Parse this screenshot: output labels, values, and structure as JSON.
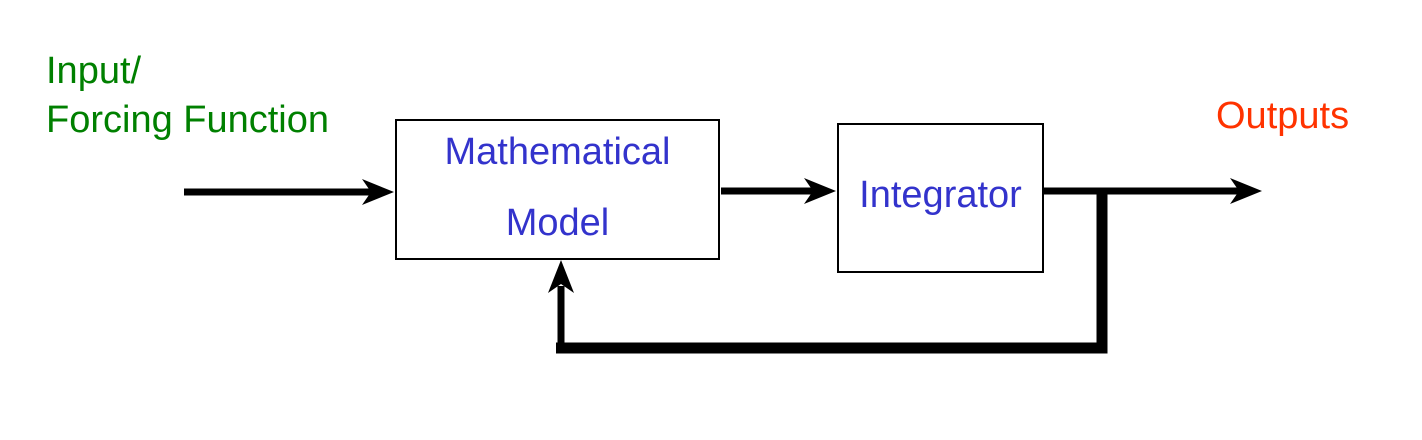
{
  "diagram": {
    "background_color": "#ffffff",
    "connector_color": "#000000",
    "input_label": {
      "line1": "Input/",
      "line2": "Forcing Function",
      "color": "#008000"
    },
    "output_label": {
      "text": "Outputs",
      "color": "#ff3300"
    },
    "blocks": {
      "mathematical_model": {
        "line1": "Mathematical",
        "line2": "Model",
        "text_color": "#3333cc",
        "border_color": "#000000",
        "fill_color": "#ffffff"
      },
      "integrator": {
        "label": "Integrator",
        "text_color": "#3333cc",
        "border_color": "#000000",
        "fill_color": "#ffffff"
      }
    }
  }
}
